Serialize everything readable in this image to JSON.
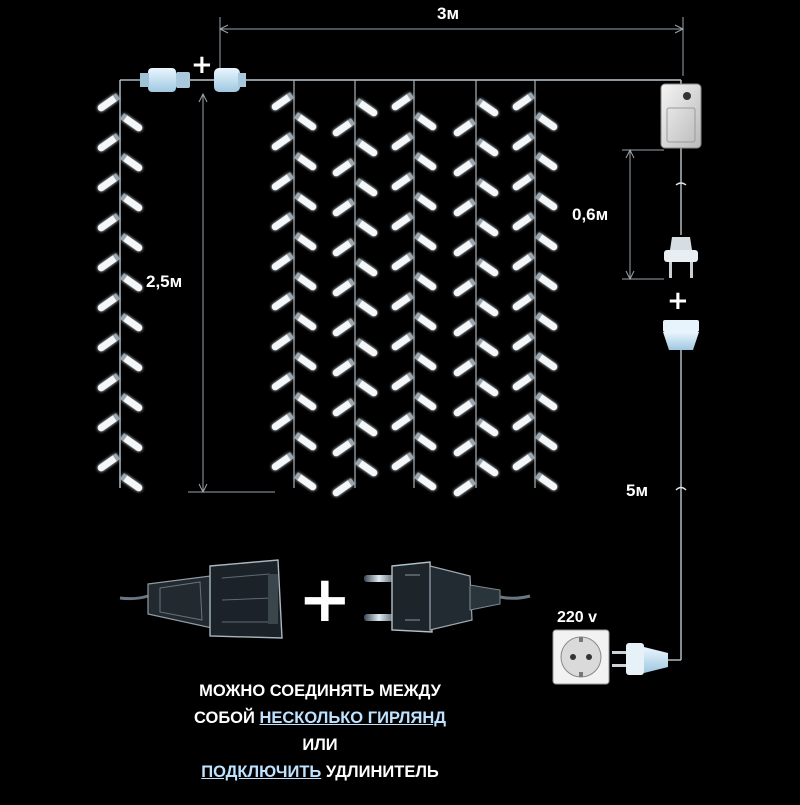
{
  "dimensions": {
    "width_label": "3м",
    "height_label": "2,5м",
    "lead_label": "0,6м",
    "cable_label": "5м"
  },
  "plus_sign": "+",
  "socket": {
    "voltage_label": "220 v"
  },
  "caption": {
    "line1": "МОЖНО СОЕДИНЯТЬ МЕЖДУ",
    "line2_prefix": "СОБОЙ ",
    "line2_highlight": "НЕСКОЛЬКО ГИРЛЯНД",
    "line3": "ИЛИ",
    "line4_highlight": "ПОДКЛЮЧИТЬ",
    "line4_suffix": " УДЛИНИТЕЛЬ"
  },
  "colors": {
    "background": "#000000",
    "led": "#f4f7fa",
    "led_glow": "#cfe6ff",
    "connector": "#cfe7f7",
    "wire": "#bcc7cf",
    "highlight_text": "#bfe2ff"
  },
  "icons": [
    "led-bulb-icon",
    "plug-icon",
    "socket-icon",
    "controller-icon",
    "plus-icon"
  ]
}
